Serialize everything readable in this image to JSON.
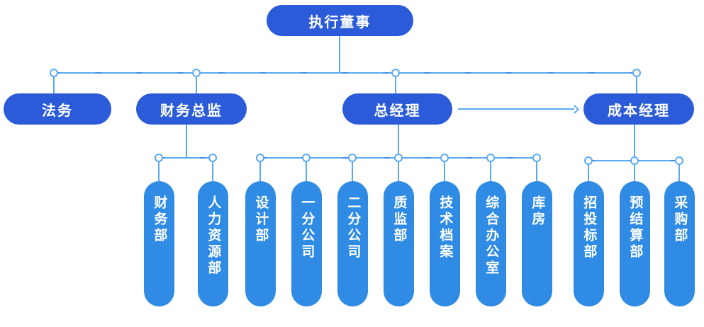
{
  "colors": {
    "executive_fill": "#2b5bd8",
    "department_fill": "#2f8be4",
    "connector": "#58aaf2",
    "label_text": "#ffffff",
    "background": "#ffffff"
  },
  "nodes": {
    "root": {
      "label": "执行董事"
    },
    "level2": [
      {
        "label": "法务",
        "parent": "执行董事"
      },
      {
        "label": "财务总监",
        "parent": "执行董事"
      },
      {
        "label": "总经理",
        "parent": "执行董事"
      },
      {
        "label": "成本经理",
        "parent": "执行董事"
      }
    ],
    "level3": [
      {
        "label": "财务部",
        "parent": "财务总监"
      },
      {
        "label": "人力资源部",
        "parent": "财务总监"
      },
      {
        "label": "设计部",
        "parent": "总经理"
      },
      {
        "label": "一分公司",
        "parent": "总经理"
      },
      {
        "label": "二分公司",
        "parent": "总经理"
      },
      {
        "label": "质监部",
        "parent": "总经理"
      },
      {
        "label": "技术档案",
        "parent": "总经理"
      },
      {
        "label": "综合办公室",
        "parent": "总经理"
      },
      {
        "label": "库房",
        "parent": "总经理"
      },
      {
        "label": "招投标部",
        "parent": "成本经理"
      },
      {
        "label": "预结算部",
        "parent": "成本经理"
      },
      {
        "label": "采购部",
        "parent": "成本经理"
      }
    ],
    "relations": [
      {
        "from": "总经理",
        "to": "成本经理",
        "type": "arrow"
      }
    ]
  }
}
